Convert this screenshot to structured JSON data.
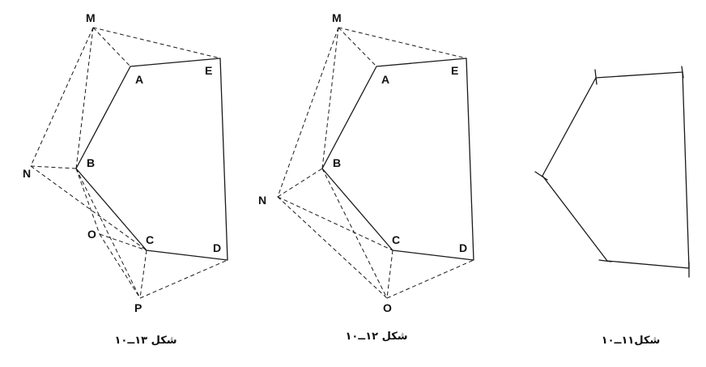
{
  "figures": [
    {
      "caption": "شکل ۱۳ــ۱۰",
      "points": {
        "M": "M",
        "A": "A",
        "E": "E",
        "N": "N",
        "B": "B",
        "O": "O",
        "C": "C",
        "D": "D",
        "P": "P"
      }
    },
    {
      "caption": "شکل ۱۲ــ۱۰",
      "points": {
        "M": "M",
        "A": "A",
        "E": "E",
        "B": "B",
        "N": "N",
        "C": "C",
        "D": "D",
        "O": "O"
      }
    },
    {
      "caption": "شکل۱۱ــ۱۰"
    }
  ]
}
